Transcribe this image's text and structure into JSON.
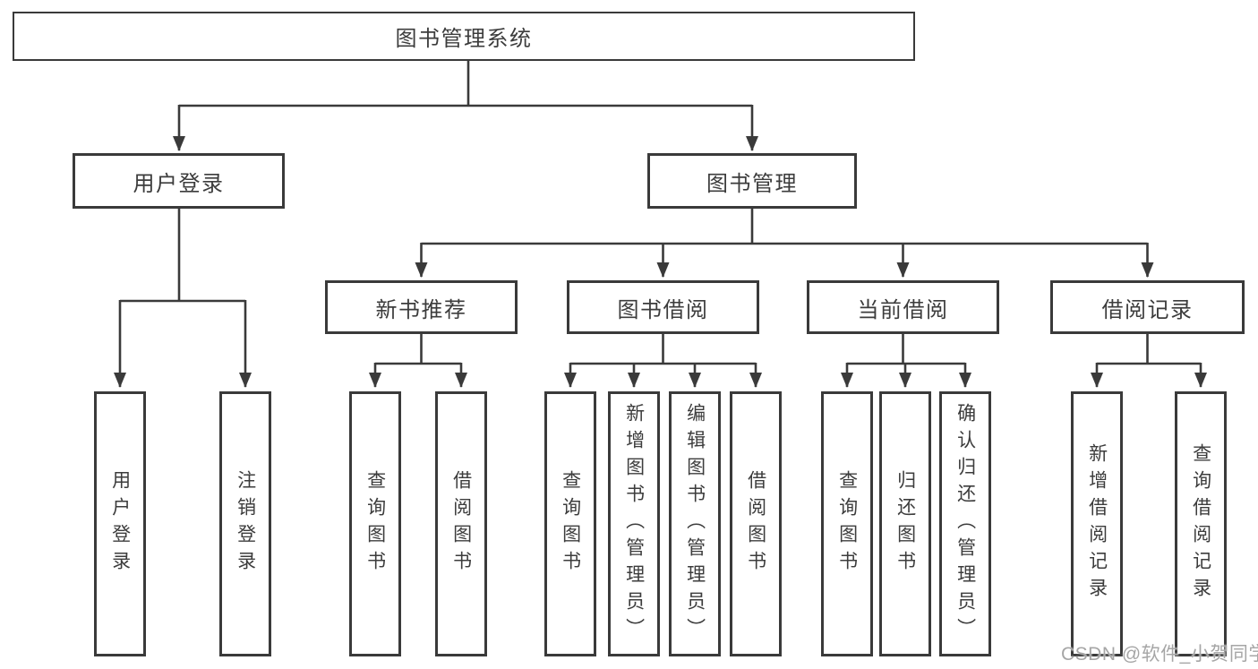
{
  "diagram_type": "hierarchy-tree",
  "tree": {
    "label": "图书管理系统",
    "children": [
      {
        "label": "用户登录",
        "children": [
          {
            "label": "用户登录"
          },
          {
            "label": "注销登录"
          }
        ]
      },
      {
        "label": "图书管理",
        "children": [
          {
            "label": "新书推荐",
            "children": [
              {
                "label": "查询图书"
              },
              {
                "label": "借阅图书"
              }
            ]
          },
          {
            "label": "图书借阅",
            "children": [
              {
                "label": "查询图书"
              },
              {
                "label": "新增图书（管理员）"
              },
              {
                "label": "编辑图书（管理员）"
              },
              {
                "label": "借阅图书"
              }
            ]
          },
          {
            "label": "当前借阅",
            "children": [
              {
                "label": "查询图书"
              },
              {
                "label": "归还图书"
              },
              {
                "label": "确认归还（管理员）"
              }
            ]
          },
          {
            "label": "借阅记录",
            "children": [
              {
                "label": "新增借阅记录"
              },
              {
                "label": "查询借阅记录"
              }
            ]
          }
        ]
      }
    ]
  },
  "watermark": {
    "text": "CSDN @软件_小贺同学"
  },
  "colors": {
    "background": "#ffffff",
    "line": "#3a3a3a",
    "box_border": "#3a3a3a",
    "text": "#3c3c3c",
    "watermark_text": "#a6a6a6"
  }
}
